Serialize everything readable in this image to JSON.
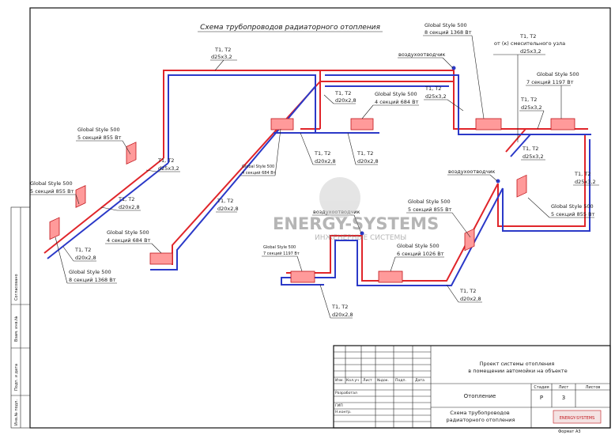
{
  "title": "Схема трубопроводов радиаторного отопления",
  "watermark": {
    "brand": "ENERGY-SYSTEMS",
    "tagline": "ИНЖЕНЕРНЫЕ СИСТЕМЫ"
  },
  "pipe_labels": {
    "t1t2": "T1, T2",
    "d25": "d25x3,2",
    "d20": "d20x2,8"
  },
  "radiators": [
    {
      "model": "Global Style 500",
      "desc": "8 секций 1368 Вт"
    },
    {
      "model": "Global Style 500",
      "desc": "7 секций 1197 Вт"
    },
    {
      "model": "Global Style 500",
      "desc": "4 секций 684 Вт"
    },
    {
      "model": "Global Style 500",
      "desc": "5 секций 855 Вт"
    },
    {
      "model": "Global Style 500",
      "desc": "5 секций 855 Вт"
    },
    {
      "model": "Global Style 500",
      "desc": "4 секций 684 Вт"
    },
    {
      "model": "Global Style 500",
      "desc": "4 секций 684 Вт"
    },
    {
      "model": "Global Style 500",
      "desc": "8 секций 1368 Вт"
    },
    {
      "model": "Global Style 500",
      "desc": "5 секций 855 Вт"
    },
    {
      "model": "Global Style 500",
      "desc": "5 секций 855 Вт"
    },
    {
      "model": "Global Style 500",
      "desc": "7 секций 1197 Вт"
    },
    {
      "model": "Global Style 500",
      "desc": "6 секций 1026 Вт"
    }
  ],
  "mixing_node_label": "от (к) смесительного узла",
  "air_vent": "воздухоотводчик",
  "side_stamp": [
    "Согласовано",
    "Взам. инв.№",
    "Подп. и дата",
    "Инв.№ подл."
  ],
  "title_block": {
    "project": "Проект системы отопления в помещении автомойки на объекте",
    "section": "Отопление",
    "sheet_title": "Схема трубопроводов радиаторного отопления",
    "stage_header": "Стадия",
    "sheet_header": "Лист",
    "sheets_header": "Листов",
    "stage": "Р",
    "sheet": "3",
    "col_headers": [
      "Изм.",
      "Кол.уч",
      "Лист",
      "№док.",
      "Подп.",
      "Дата"
    ],
    "roles": [
      "Разработал",
      "ГИП",
      "Н.контр."
    ],
    "format_label": "Формат",
    "format": "А3",
    "logo_text": "ENERGY-SYSTEMS"
  }
}
